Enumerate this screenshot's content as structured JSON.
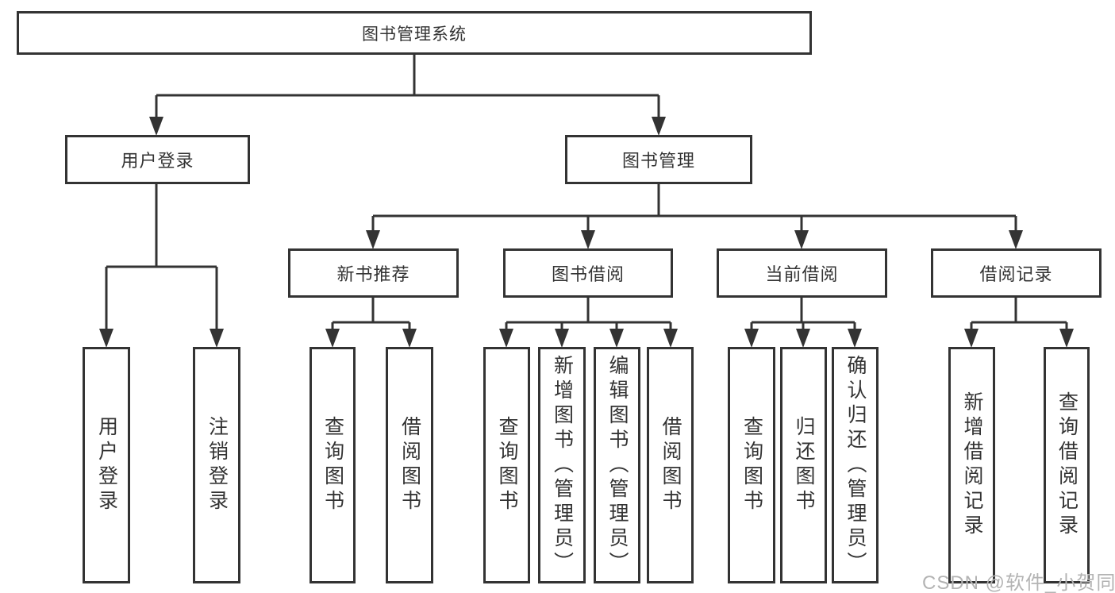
{
  "diagram": {
    "root": {
      "label": "图书管理系统"
    },
    "branches": [
      {
        "label": "用户登录",
        "children": [
          {
            "label": "用户登录"
          },
          {
            "label": "注销登录"
          }
        ]
      },
      {
        "label": "图书管理",
        "children": [
          {
            "label": "新书推荐",
            "children": [
              {
                "label": "查询图书"
              },
              {
                "label": "借阅图书"
              }
            ]
          },
          {
            "label": "图书借阅",
            "children": [
              {
                "label": "查询图书"
              },
              {
                "label": "新增图书（管理员）"
              },
              {
                "label": "编辑图书（管理员）"
              },
              {
                "label": "借阅图书"
              }
            ]
          },
          {
            "label": "当前借阅",
            "children": [
              {
                "label": "查询图书"
              },
              {
                "label": "归还图书"
              },
              {
                "label": "确认归还（管理员）"
              }
            ]
          },
          {
            "label": "借阅记录",
            "children": [
              {
                "label": "新增借阅记录"
              },
              {
                "label": "查询借阅记录"
              }
            ]
          }
        ]
      }
    ]
  },
  "colors": {
    "line": "#333333",
    "box_border": "#333333",
    "text": "#333333",
    "watermark": "#b3b3b3"
  },
  "watermark": {
    "text": "CSDN @软件_小贺同学"
  }
}
